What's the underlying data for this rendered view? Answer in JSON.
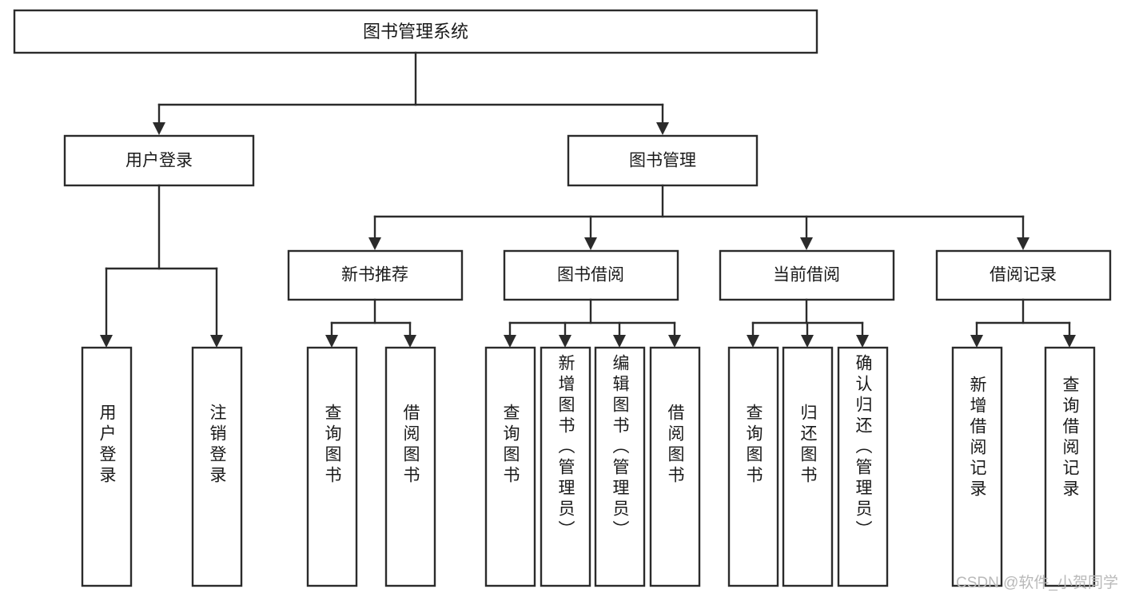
{
  "diagram": {
    "title": "图书管理系统",
    "type": "tree-hierarchy-diagram",
    "colors": {
      "stroke": "#2b2b2b",
      "fill": "#ffffff",
      "text": "#1a1a1a",
      "watermark": "#b9b9b9",
      "background": "#ffffff"
    },
    "root": {
      "label": "图书管理系统"
    },
    "level2": [
      {
        "id": "user-login",
        "label": "用户登录"
      },
      {
        "id": "book-management",
        "label": "图书管理"
      }
    ],
    "level3": [
      {
        "id": "new-book-recommend",
        "label": "新书推荐"
      },
      {
        "id": "book-borrow",
        "label": "图书借阅"
      },
      {
        "id": "current-borrow",
        "label": "当前借阅"
      },
      {
        "id": "borrow-record",
        "label": "借阅记录"
      }
    ],
    "leaves": {
      "user-login": [
        {
          "id": "leaf-user-login",
          "label": "用户登录"
        },
        {
          "id": "leaf-user-logout",
          "label": "注销登录"
        }
      ],
      "new-book-recommend": [
        {
          "id": "leaf-query-book-1",
          "label": "查询图书"
        },
        {
          "id": "leaf-borrow-book-1",
          "label": "借阅图书"
        }
      ],
      "book-borrow": [
        {
          "id": "leaf-query-book-2",
          "label": "查询图书"
        },
        {
          "id": "leaf-add-book",
          "label": "新增图书（管理员）"
        },
        {
          "id": "leaf-edit-book",
          "label": "编辑图书（管理员）"
        },
        {
          "id": "leaf-borrow-book-2",
          "label": "借阅图书"
        }
      ],
      "current-borrow": [
        {
          "id": "leaf-query-book-3",
          "label": "查询图书"
        },
        {
          "id": "leaf-return-book",
          "label": "归还图书"
        },
        {
          "id": "leaf-confirm-return",
          "label": "确认归还（管理员）"
        }
      ],
      "borrow-record": [
        {
          "id": "leaf-add-record",
          "label": "新增借阅记录"
        },
        {
          "id": "leaf-query-record",
          "label": "查询借阅记录"
        }
      ]
    },
    "watermark": "CSDN @软件_小贺同学"
  }
}
